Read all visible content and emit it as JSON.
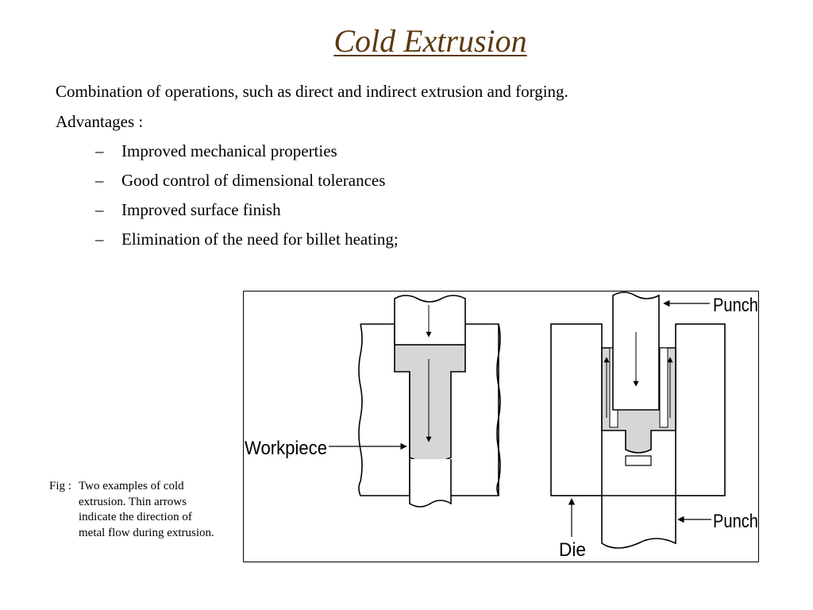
{
  "slide": {
    "title": "Cold Extrusion",
    "title_color": "#5c3a0f",
    "intro": "Combination of operations, such as direct and indirect extrusion and forging.",
    "advantages_label": "Advantages :",
    "bullets": [
      {
        "dash": "–",
        "text": "Improved mechanical properties"
      },
      {
        "dash": "–",
        "text": "Good control of dimensional tolerances"
      },
      {
        "dash": "–",
        "text": "Improved surface finish"
      },
      {
        "dash": "–",
        "text": "Elimination of the need for billet heating;"
      }
    ]
  },
  "figure": {
    "labels": {
      "punch_top": "Punch",
      "workpiece": "Workpiece",
      "die": "Die",
      "punch_bottom": "Punch"
    },
    "colors": {
      "material_fill": "#d6d6d6",
      "line": "#000000"
    }
  },
  "caption": {
    "prefix": "Fig :",
    "text": "Two examples of cold extrusion. Thin arrows indicate the direction of metal flow during extrusion."
  }
}
